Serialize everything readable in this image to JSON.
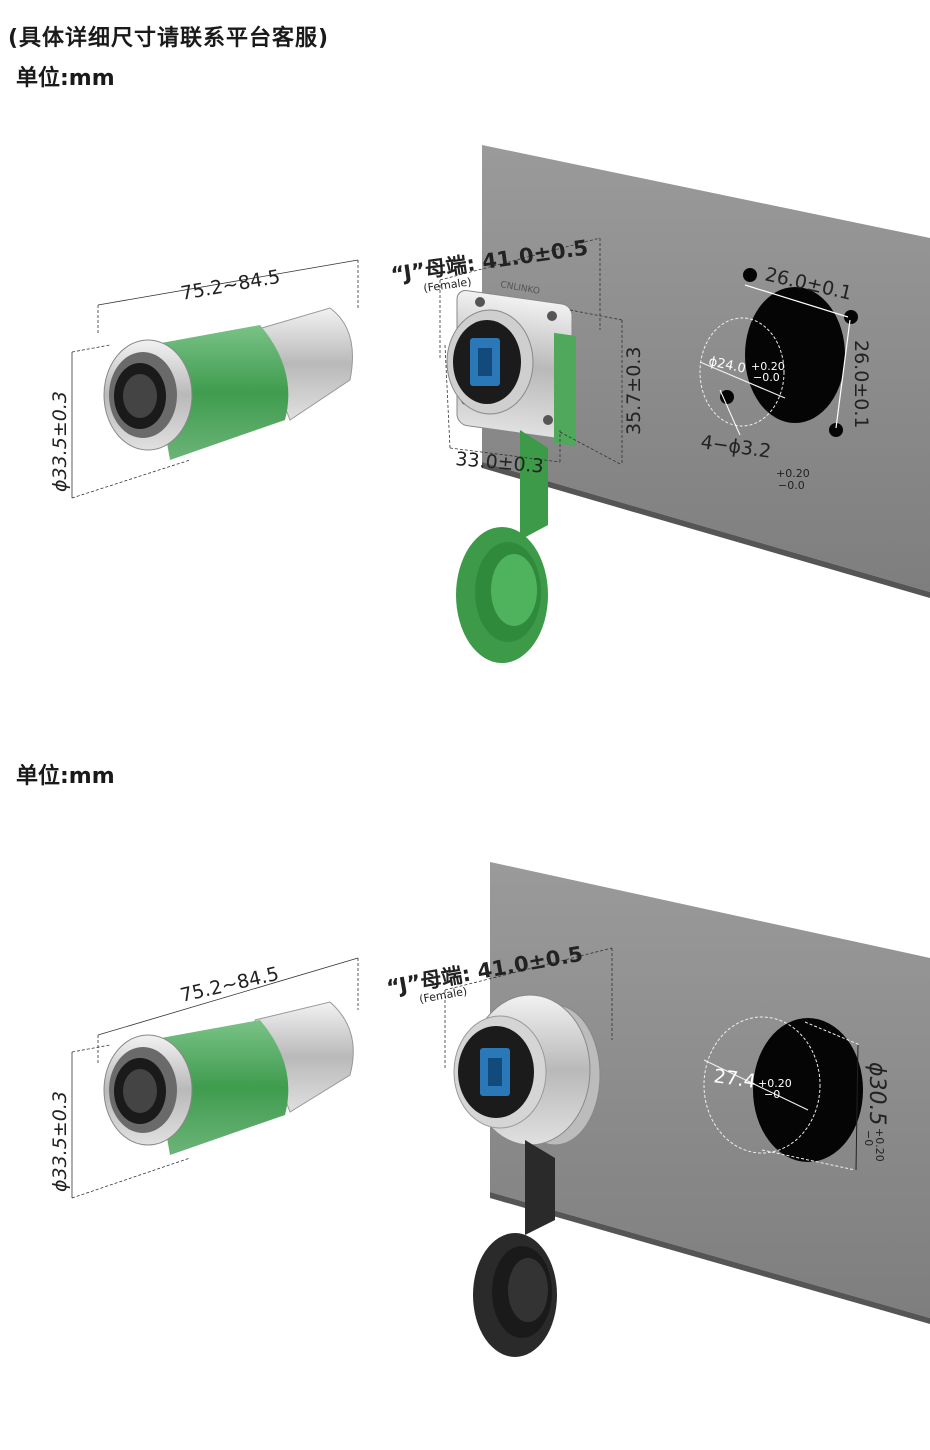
{
  "header": {
    "note": "(具体详细尺寸请联系平台客服)",
    "unit_label": "单位:mm"
  },
  "section1": {
    "unit_label": "单位:mm",
    "plug": {
      "length": "75.2~84.5",
      "diameter": "ϕ33.5±0.3"
    },
    "socket": {
      "label": "“J”母端: 41.0±0.5",
      "sublabel": "(Female)",
      "width": "33.0±0.3",
      "height": "35.7±0.3",
      "brand": "CNLINKO"
    },
    "panel": {
      "hole_spacing_h": "26.0±0.1",
      "hole_spacing_v": "26.0±0.1",
      "center_hole": "ϕ24.0",
      "center_tol_plus": "+0.20",
      "center_tol_minus": "−0.0",
      "mount_holes": "4−ϕ3.2",
      "mount_tol_plus": "+0.20",
      "mount_tol_minus": "−0.0"
    },
    "colors": {
      "accent": "#3c9a48",
      "panel": "#8a8a8a"
    }
  },
  "section2": {
    "unit_label": "单位:mm",
    "plug": {
      "length": "75.2~84.5",
      "diameter": "ϕ33.5±0.3"
    },
    "socket": {
      "label": "“J”母端: 41.0±0.5",
      "sublabel": "(Female)"
    },
    "panel": {
      "cutout_flat": "27.4",
      "flat_tol_plus": "+0.20",
      "flat_tol_minus": "−0",
      "cutout_diameter": "ϕ30.5",
      "dia_tol_plus": "+0.20",
      "dia_tol_minus": "−0"
    },
    "colors": {
      "cap": "#2a2a2a",
      "panel": "#8a8a8a"
    }
  }
}
